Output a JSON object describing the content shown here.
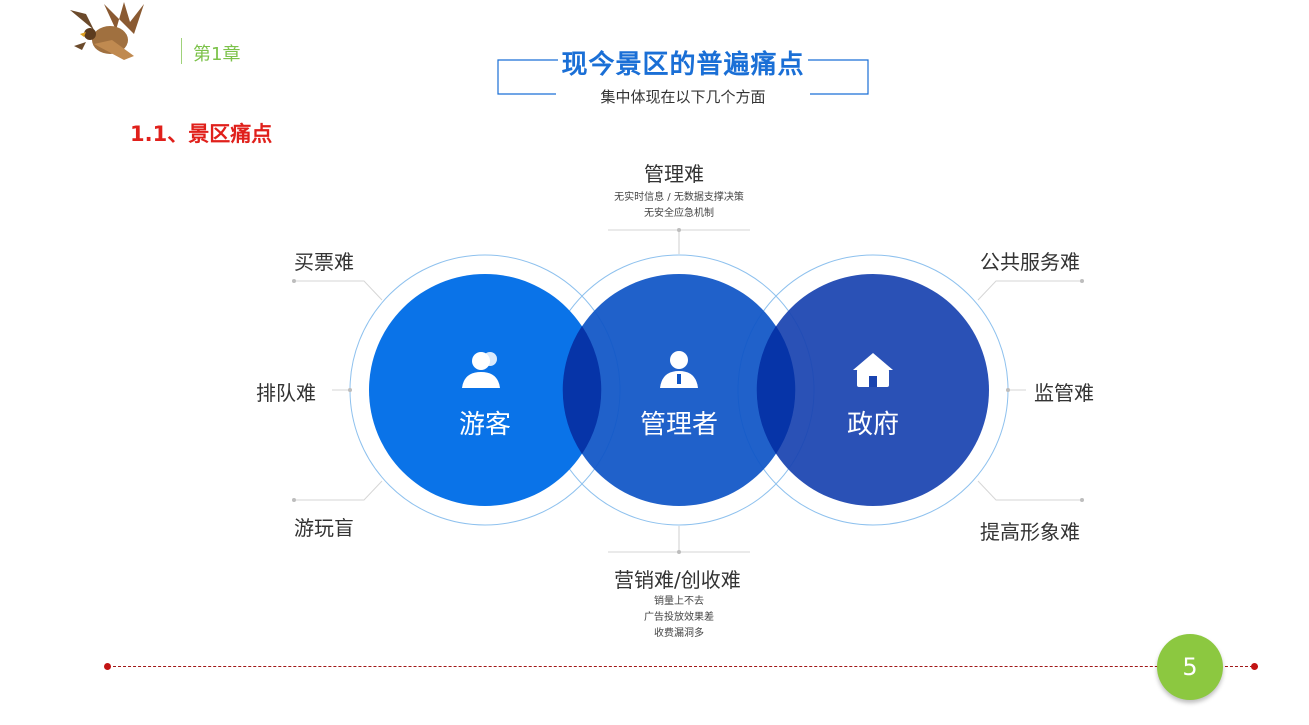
{
  "header": {
    "chapter": "第1章",
    "title": "现今景区的普遍痛点",
    "subtitle": "集中体现在以下几个方面"
  },
  "section": {
    "heading": "1.1、景区痛点"
  },
  "diagram": {
    "circles": [
      {
        "label": "游客",
        "icon": "users-icon",
        "color": "#0a73e8"
      },
      {
        "label": "管理者",
        "icon": "manager-icon",
        "color": "#0f55c6"
      },
      {
        "label": "政府",
        "icon": "house-icon",
        "color": "#1a44b0"
      }
    ],
    "top": {
      "label": "管理难",
      "details": [
        "无实时信息 / 无数据支撑决策",
        "无安全应急机制"
      ]
    },
    "bottom": {
      "label": "营销难/创收难",
      "details": [
        "销量上不去",
        "广告投放效果差",
        "收费漏洞多"
      ]
    },
    "left": [
      "买票难",
      "排队难",
      "游玩盲"
    ],
    "right": [
      "公共服务难",
      "监管难",
      "提高形象难"
    ]
  },
  "footer": {
    "page_number": "5"
  }
}
